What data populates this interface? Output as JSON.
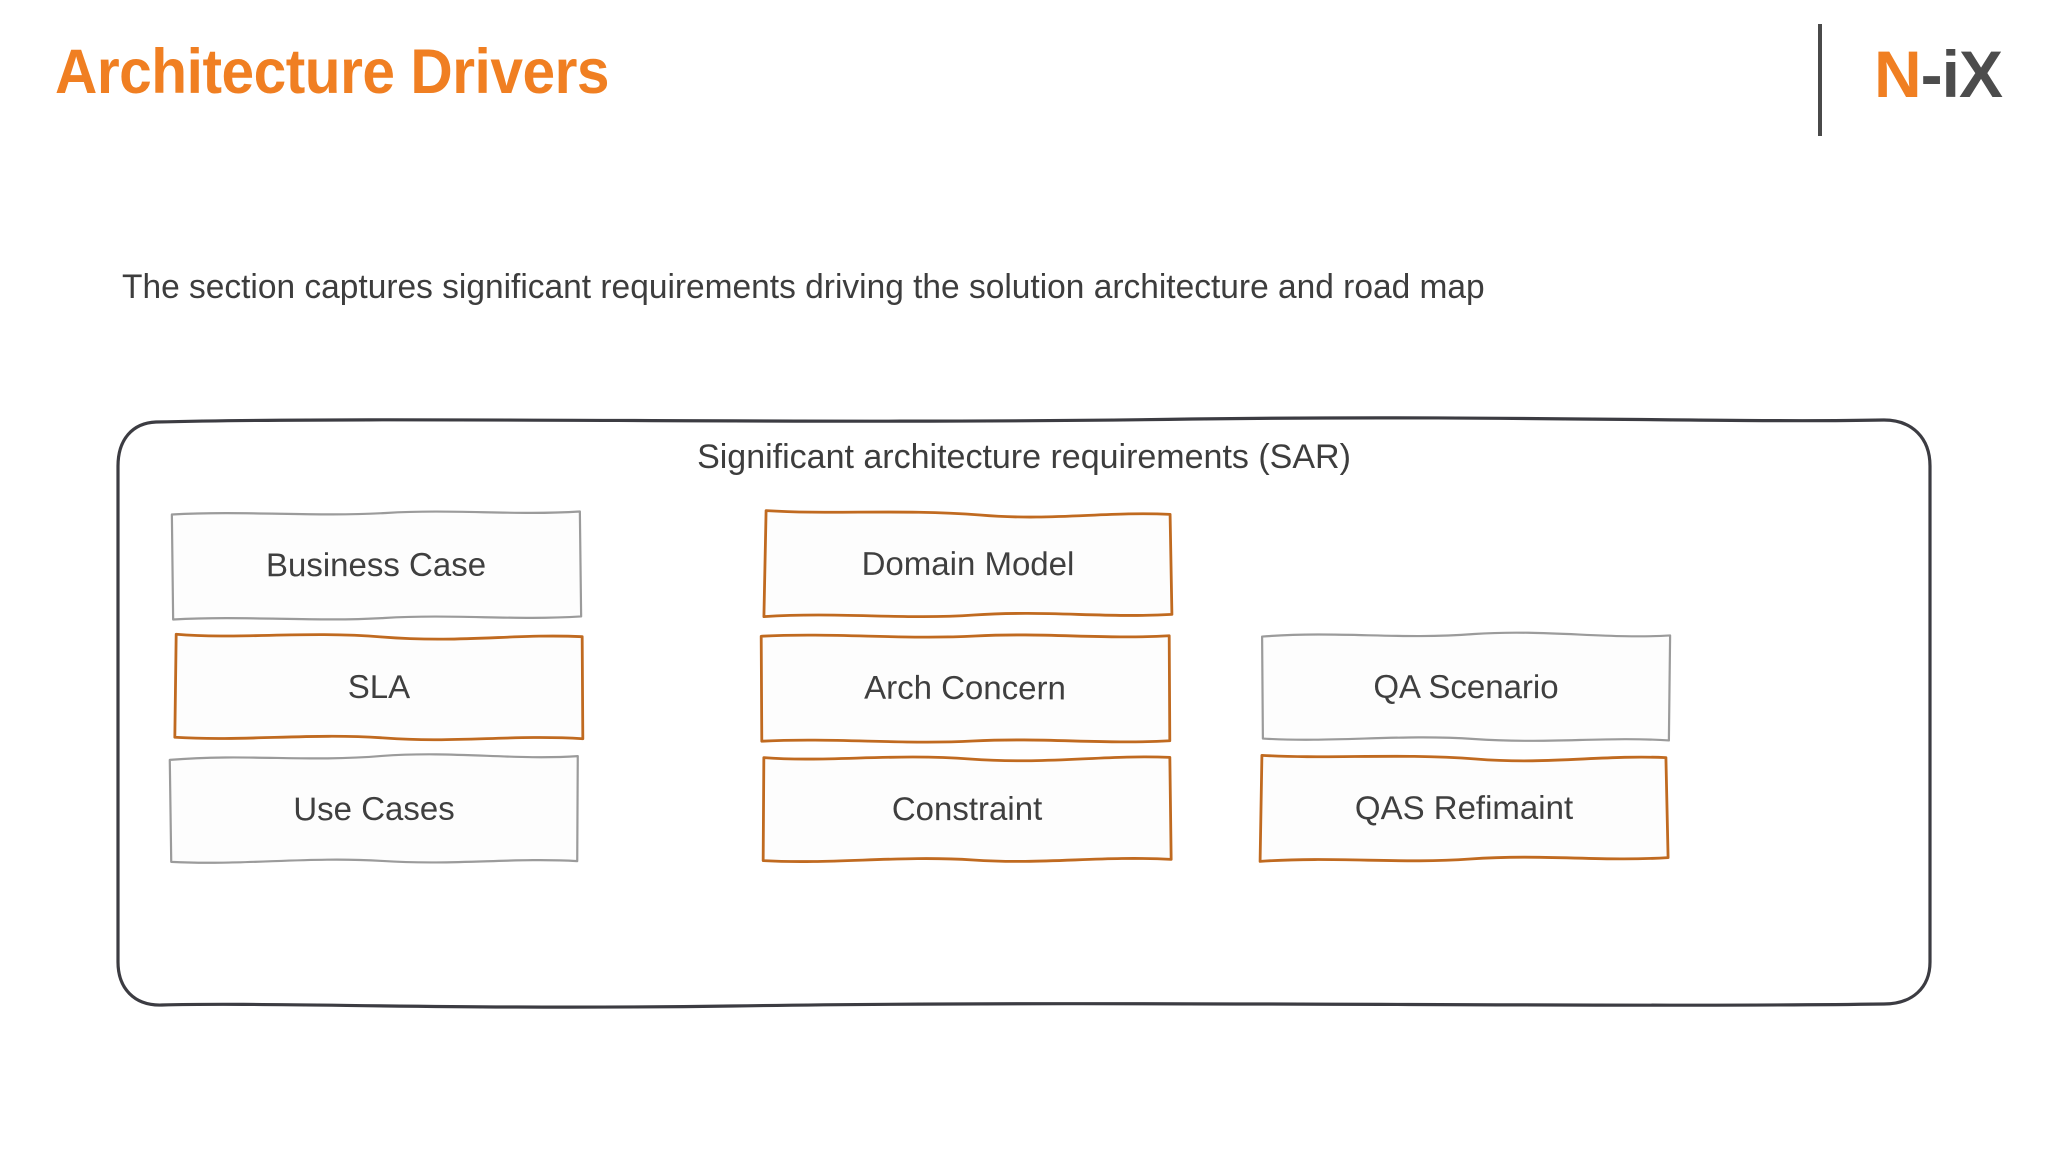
{
  "header": {
    "title": "Architecture Drivers",
    "brand": {
      "part_orange": "N",
      "part_dark": "-iX"
    }
  },
  "subtitle": "The section captures significant requirements driving the solution architecture and road map",
  "panel": {
    "heading": "Significant architecture requirements (SAR)",
    "border_color": "#3C3C42"
  },
  "colors": {
    "accent_orange": "#F07F22",
    "box_orange": "#C06A20",
    "box_gray": "#9B9B9B",
    "text_dark": "#3D3D3D",
    "logo_dark": "#4C4C4C"
  },
  "cards": [
    {
      "label": "Business Case",
      "style": "gray",
      "col": 1,
      "row": 1,
      "jitter": "j-a"
    },
    {
      "label": "SLA",
      "style": "orange",
      "col": 1,
      "row": 2,
      "jitter": "j-b"
    },
    {
      "label": "Use Cases",
      "style": "gray",
      "col": 1,
      "row": 3,
      "jitter": "j-c"
    },
    {
      "label": "Domain Model",
      "style": "orange",
      "col": 2,
      "row": 1,
      "jitter": "j-d"
    },
    {
      "label": "Arch Concern",
      "style": "orange",
      "col": 2,
      "row": 2,
      "jitter": "j-e"
    },
    {
      "label": "Constraint",
      "style": "orange",
      "col": 2,
      "row": 3,
      "jitter": "j-f"
    },
    {
      "label": "QA Scenario",
      "style": "gray",
      "col": 3,
      "row": 2,
      "jitter": "j-g"
    },
    {
      "label": "QAS Refimaint",
      "style": "orange",
      "col": 3,
      "row": 3,
      "jitter": "j-h"
    }
  ]
}
